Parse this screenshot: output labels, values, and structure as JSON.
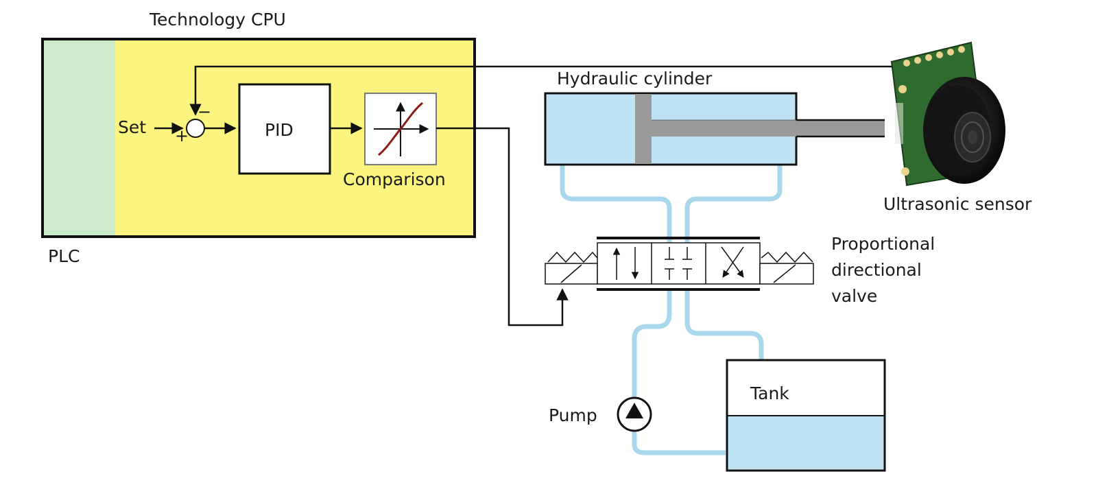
{
  "labels": {
    "technology_cpu": "Technology CPU",
    "plc": "PLC",
    "set": "Set",
    "pid": "PID",
    "comparison": "Comparison",
    "hydraulic_cylinder": "Hydraulic cylinder",
    "ultrasonic_sensor": "Ultrasonic sensor",
    "proportional_directional_valve": [
      "Proportional",
      "directional",
      "valve"
    ],
    "tank": "Tank",
    "pump": "Pump",
    "sum_minus": "−",
    "sum_plus": "+"
  },
  "colors": {
    "cpu_fill": "#fbf47f",
    "plc_fill": "#cdeccb",
    "hydraulic_fill": "#bfe3f3",
    "pipe": "#a9d8ec",
    "rod": "#9a9a9a",
    "line": "#111111"
  },
  "icons": [
    "pump-icon",
    "ultrasonic-sensor-icon",
    "saturation-curve-icon"
  ]
}
